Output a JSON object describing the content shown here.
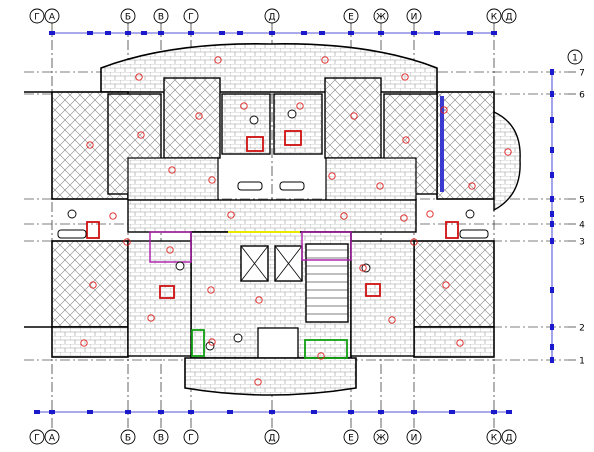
{
  "columns_top": [
    {
      "id": "GA",
      "label": "Г",
      "label2": "А"
    },
    {
      "id": "B",
      "label": "Б"
    },
    {
      "id": "V",
      "label": "В"
    },
    {
      "id": "G",
      "label": "Г"
    },
    {
      "id": "D",
      "label": "Д"
    },
    {
      "id": "E",
      "label": "Е"
    },
    {
      "id": "Zh",
      "label": "Ж"
    },
    {
      "id": "I",
      "label": "И"
    },
    {
      "id": "KD",
      "label": "К",
      "label2": "Д"
    }
  ],
  "rows": [
    {
      "id": "r7",
      "label": "7"
    },
    {
      "id": "r6",
      "label": "6"
    },
    {
      "id": "r5",
      "label": "5"
    },
    {
      "id": "r4",
      "label": "4"
    },
    {
      "id": "r3",
      "label": "3"
    },
    {
      "id": "r2",
      "label": "2"
    },
    {
      "id": "r1",
      "label": "1"
    }
  ],
  "axis_marker": {
    "label": "1"
  },
  "colors": {
    "dimension": "#1a1acc",
    "wall": "#000000",
    "hatch": "#777777",
    "tag": "#e02020",
    "magenta": "#aa1aaa",
    "fixture_red": "#d01010",
    "fixture_green": "#10a010",
    "fixture_yellow": "#e8e800"
  }
}
